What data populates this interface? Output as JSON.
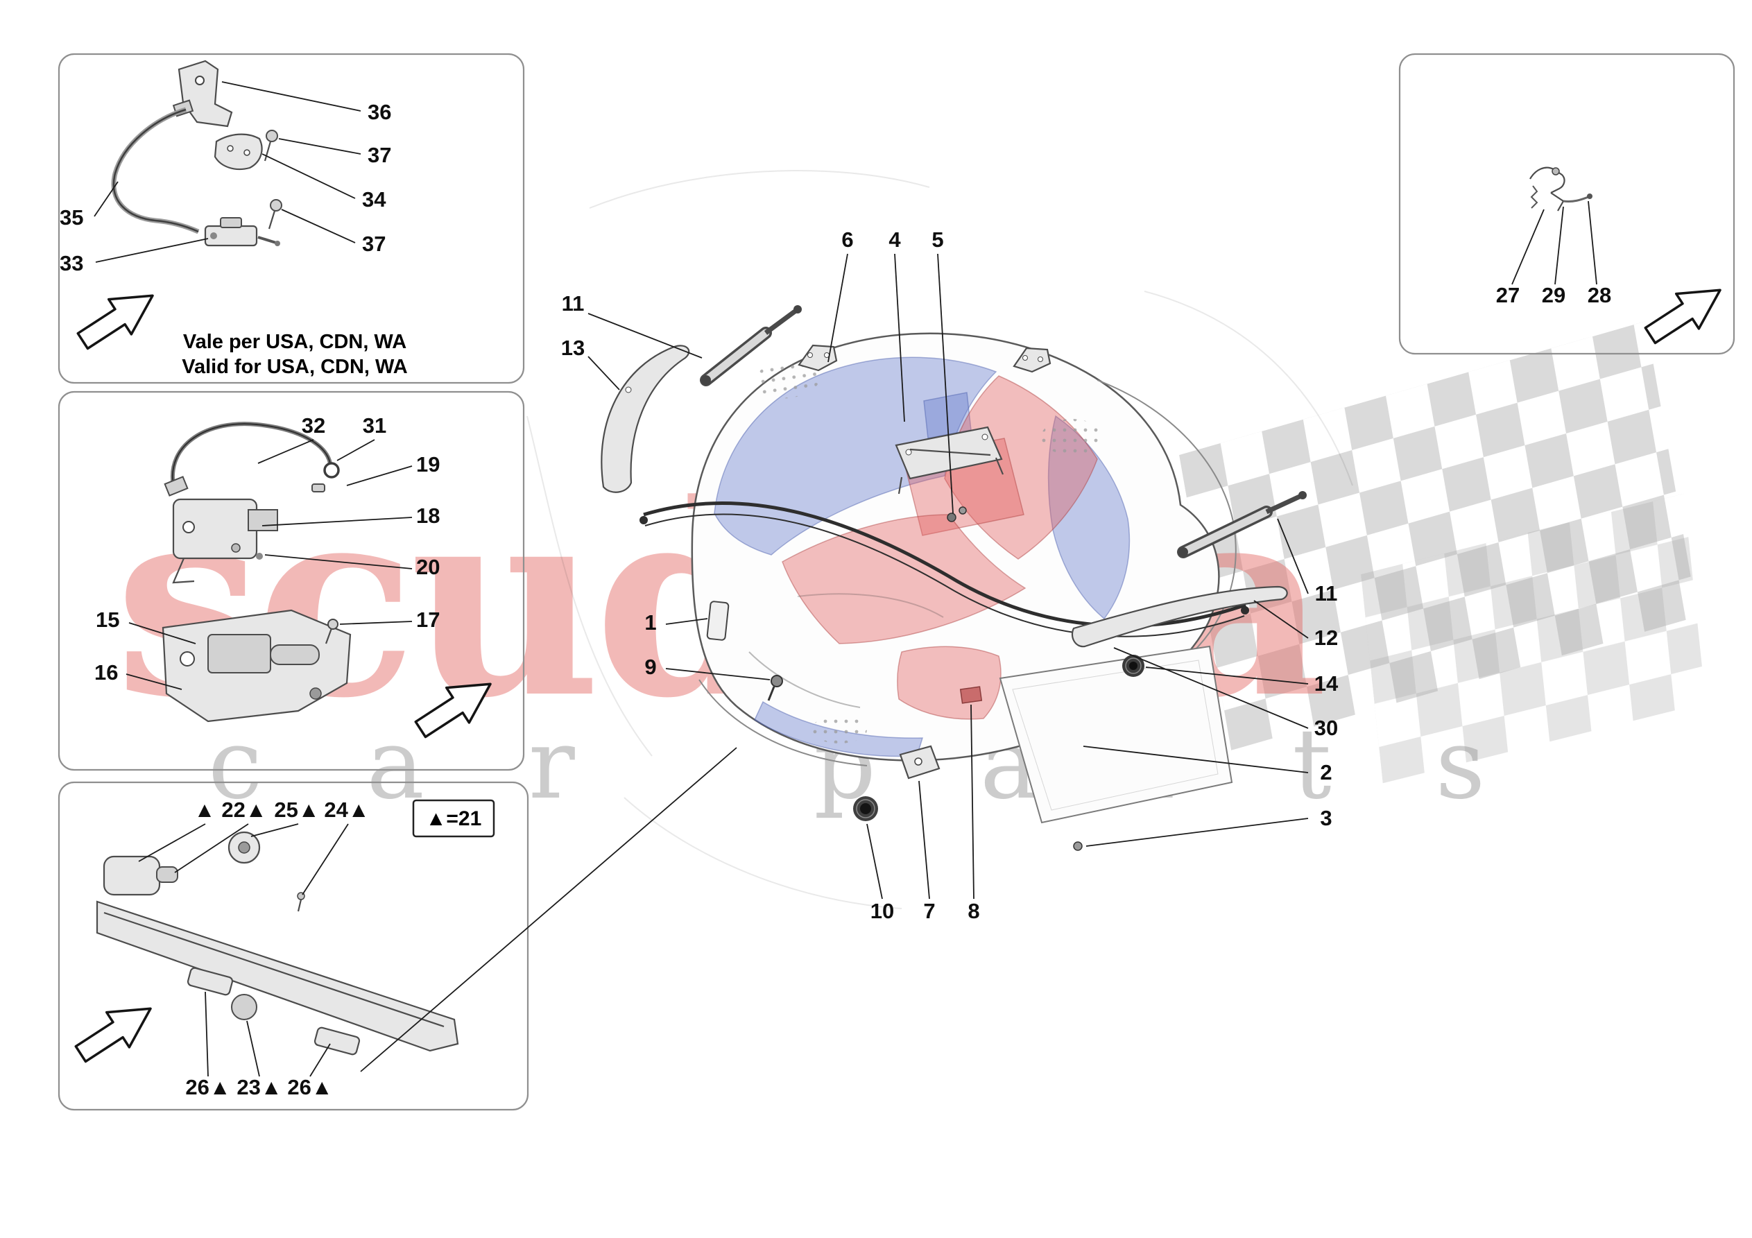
{
  "watermark": {
    "title": "scuderia",
    "subtitle": "car parts",
    "title_color": "#e2635f",
    "subtitle_color": "#9a9a9a"
  },
  "inset_usa": {
    "caption": [
      "Vale per USA, CDN, WA",
      "Valid for USA, CDN, WA"
    ],
    "callouts": [
      "36",
      "37",
      "34",
      "35",
      "37",
      "33"
    ]
  },
  "inset_latch": {
    "callouts": [
      "32",
      "31",
      "19",
      "18",
      "20",
      "15",
      "17",
      "16"
    ]
  },
  "inset_rail": {
    "callouts_top": [
      "▲",
      "22▲",
      "25▲",
      "24▲"
    ],
    "callouts_bottom": [
      "26▲",
      "23▲",
      "26▲"
    ],
    "legend": "▲=21"
  },
  "inset_small": {
    "callouts": [
      "27",
      "29",
      "28"
    ]
  },
  "main": {
    "callouts": [
      "6",
      "4",
      "5",
      "11",
      "13",
      "1",
      "9",
      "10",
      "7",
      "8",
      "11",
      "12",
      "14",
      "30",
      "2",
      "3"
    ]
  }
}
